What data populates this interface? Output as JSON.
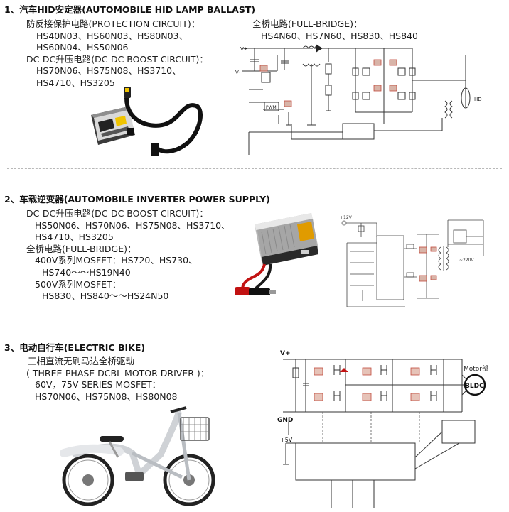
{
  "sections": [
    {
      "heading": "1、汽车HID安定器(AUTOMOBILE HID LAMP BALLAST)",
      "left_lines": [
        "防反接保护电路(PROTECTION CIRCUIT)：",
        "HS40N03、HS60N03、HS80N03、",
        "HS60N04、HS50N06",
        "DC-DC升压电路(DC-DC BOOST CIRCUIT)：",
        "HS70N06、HS75N08、HS3710、",
        "HS4710、HS3205"
      ],
      "right_lines": [
        "全桥电路(FULL-BRIDGE)：",
        "HS4N60、HS7N60、HS830、HS840"
      ],
      "diagram_labels": {
        "vplus": "V+",
        "vminus": "V-",
        "pwm": "PWM",
        "hd": "HD"
      }
    },
    {
      "heading": "2、车载逆变器(AUTOMOBILE INVERTER POWER SUPPLY)",
      "lines": [
        "DC-DC升压电路(DC-DC BOOST CIRCUIT)：",
        "HS50N06、HS70N06、HS75N08、HS3710、",
        "HS4710、HS3205",
        "全桥电路(FULL-BRIDGE)：",
        "400V系列MOSFET：HS720、HS730、",
        "HS740～～HS19N40",
        "500V系列MOSFET：",
        "HS830、HS840～～HS24N50"
      ],
      "diagram_labels": {
        "v12": "+12V",
        "v220": "~220V"
      }
    },
    {
      "heading": "3、电动自行车(ELECTRIC BIKE)",
      "lines": [
        "三相直流无刷马达全桥驱动",
        "( THREE-PHASE DCBL MOTOR DRIVER )：",
        "60V，75V SERIES MOSFET：",
        "HS70N06、HS75N08、HS80N08"
      ],
      "diagram_labels": {
        "vplus": "V+",
        "gnd": "GND",
        "v5": "+5V",
        "motor": "Motor部",
        "bldc": "BLDC"
      }
    }
  ]
}
